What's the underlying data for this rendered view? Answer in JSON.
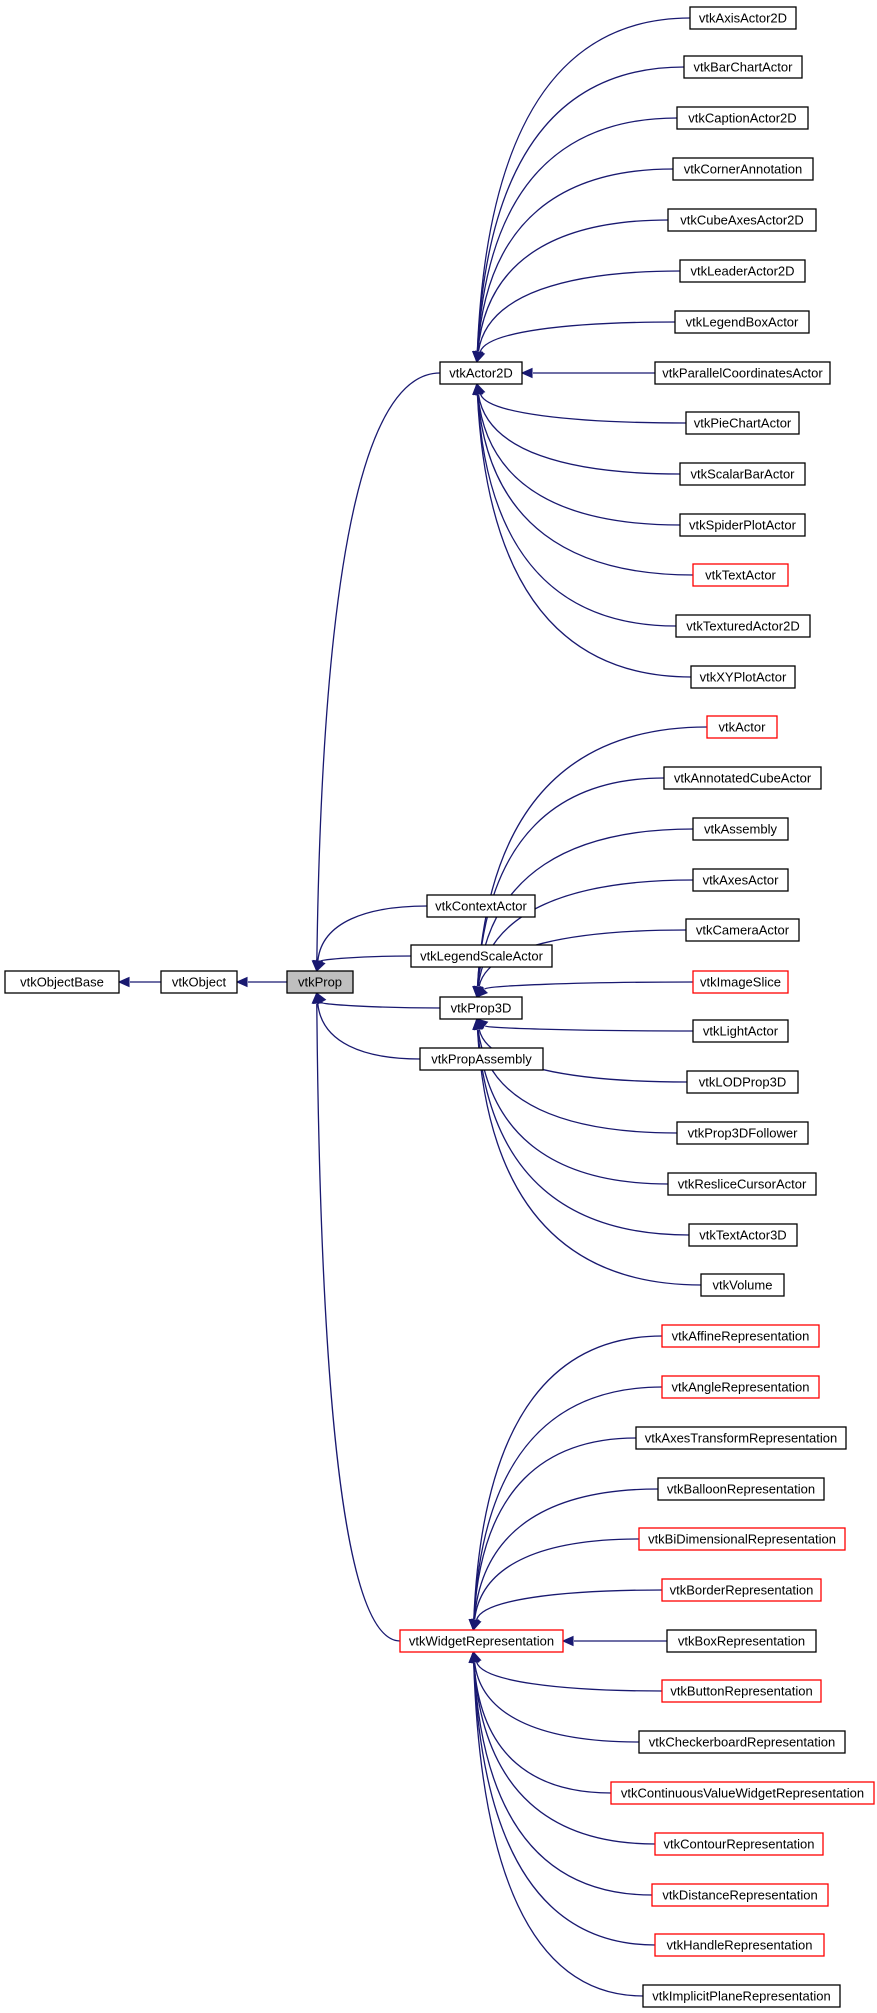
{
  "colors": {
    "edge": "#191970",
    "border_normal": "#000000",
    "border_red": "#ff0000",
    "focus_fill": "#bfbfbf",
    "background": "#ffffff"
  },
  "nodes": {
    "vtkObjectBase": {
      "label": "vtkObjectBase",
      "style": "normal"
    },
    "vtkObject": {
      "label": "vtkObject",
      "style": "normal"
    },
    "vtkProp": {
      "label": "vtkProp",
      "style": "focus"
    },
    "vtkActor2D": {
      "label": "vtkActor2D",
      "style": "normal"
    },
    "vtkContextActor": {
      "label": "vtkContextActor",
      "style": "normal"
    },
    "vtkLegendScaleActor": {
      "label": "vtkLegendScaleActor",
      "style": "normal"
    },
    "vtkProp3D": {
      "label": "vtkProp3D",
      "style": "normal"
    },
    "vtkPropAssembly": {
      "label": "vtkPropAssembly",
      "style": "normal"
    },
    "vtkWidgetRepresentation": {
      "label": "vtkWidgetRepresentation",
      "style": "red"
    },
    "vtkAxisActor2D": {
      "label": "vtkAxisActor2D",
      "style": "normal"
    },
    "vtkBarChartActor": {
      "label": "vtkBarChartActor",
      "style": "normal"
    },
    "vtkCaptionActor2D": {
      "label": "vtkCaptionActor2D",
      "style": "normal"
    },
    "vtkCornerAnnotation": {
      "label": "vtkCornerAnnotation",
      "style": "normal"
    },
    "vtkCubeAxesActor2D": {
      "label": "vtkCubeAxesActor2D",
      "style": "normal"
    },
    "vtkLeaderActor2D": {
      "label": "vtkLeaderActor2D",
      "style": "normal"
    },
    "vtkLegendBoxActor": {
      "label": "vtkLegendBoxActor",
      "style": "normal"
    },
    "vtkParallelCoordinatesActor": {
      "label": "vtkParallelCoordinatesActor",
      "style": "normal"
    },
    "vtkPieChartActor": {
      "label": "vtkPieChartActor",
      "style": "normal"
    },
    "vtkScalarBarActor": {
      "label": "vtkScalarBarActor",
      "style": "normal"
    },
    "vtkSpiderPlotActor": {
      "label": "vtkSpiderPlotActor",
      "style": "normal"
    },
    "vtkTextActor": {
      "label": "vtkTextActor",
      "style": "red"
    },
    "vtkTexturedActor2D": {
      "label": "vtkTexturedActor2D",
      "style": "normal"
    },
    "vtkXYPlotActor": {
      "label": "vtkXYPlotActor",
      "style": "normal"
    },
    "vtkActor": {
      "label": "vtkActor",
      "style": "red"
    },
    "vtkAnnotatedCubeActor": {
      "label": "vtkAnnotatedCubeActor",
      "style": "normal"
    },
    "vtkAssembly": {
      "label": "vtkAssembly",
      "style": "normal"
    },
    "vtkAxesActor": {
      "label": "vtkAxesActor",
      "style": "normal"
    },
    "vtkCameraActor": {
      "label": "vtkCameraActor",
      "style": "normal"
    },
    "vtkImageSlice": {
      "label": "vtkImageSlice",
      "style": "red"
    },
    "vtkLightActor": {
      "label": "vtkLightActor",
      "style": "normal"
    },
    "vtkLODProp3D": {
      "label": "vtkLODProp3D",
      "style": "normal"
    },
    "vtkProp3DFollower": {
      "label": "vtkProp3DFollower",
      "style": "normal"
    },
    "vtkResliceCursorActor": {
      "label": "vtkResliceCursorActor",
      "style": "normal"
    },
    "vtkTextActor3D": {
      "label": "vtkTextActor3D",
      "style": "normal"
    },
    "vtkVolume": {
      "label": "vtkVolume",
      "style": "normal"
    },
    "vtkAffineRepresentation": {
      "label": "vtkAffineRepresentation",
      "style": "red"
    },
    "vtkAngleRepresentation": {
      "label": "vtkAngleRepresentation",
      "style": "red"
    },
    "vtkAxesTransformRepresentation": {
      "label": "vtkAxesTransformRepresentation",
      "style": "normal"
    },
    "vtkBalloonRepresentation": {
      "label": "vtkBalloonRepresentation",
      "style": "normal"
    },
    "vtkBiDimensionalRepresentation": {
      "label": "vtkBiDimensionalRepresentation",
      "style": "red"
    },
    "vtkBorderRepresentation": {
      "label": "vtkBorderRepresentation",
      "style": "red"
    },
    "vtkBoxRepresentation": {
      "label": "vtkBoxRepresentation",
      "style": "normal"
    },
    "vtkButtonRepresentation": {
      "label": "vtkButtonRepresentation",
      "style": "red"
    },
    "vtkCheckerboardRepresentation": {
      "label": "vtkCheckerboardRepresentation",
      "style": "normal"
    },
    "vtkContinuousValueWidgetRepresentation": {
      "label": "vtkContinuousValueWidgetRepresentation",
      "style": "red"
    },
    "vtkContourRepresentation": {
      "label": "vtkContourRepresentation",
      "style": "red"
    },
    "vtkDistanceRepresentation": {
      "label": "vtkDistanceRepresentation",
      "style": "red"
    },
    "vtkHandleRepresentation": {
      "label": "vtkHandleRepresentation",
      "style": "red"
    },
    "vtkImplicitPlaneRepresentation": {
      "label": "vtkImplicitPlaneRepresentation",
      "style": "normal"
    }
  },
  "edges": [
    {
      "child": "vtkObject",
      "parent": "vtkObjectBase"
    },
    {
      "child": "vtkProp",
      "parent": "vtkObject"
    },
    {
      "child": "vtkActor2D",
      "parent": "vtkProp"
    },
    {
      "child": "vtkContextActor",
      "parent": "vtkProp"
    },
    {
      "child": "vtkLegendScaleActor",
      "parent": "vtkProp"
    },
    {
      "child": "vtkProp3D",
      "parent": "vtkProp"
    },
    {
      "child": "vtkPropAssembly",
      "parent": "vtkProp"
    },
    {
      "child": "vtkWidgetRepresentation",
      "parent": "vtkProp"
    },
    {
      "child": "vtkAxisActor2D",
      "parent": "vtkActor2D"
    },
    {
      "child": "vtkBarChartActor",
      "parent": "vtkActor2D"
    },
    {
      "child": "vtkCaptionActor2D",
      "parent": "vtkActor2D"
    },
    {
      "child": "vtkCornerAnnotation",
      "parent": "vtkActor2D"
    },
    {
      "child": "vtkCubeAxesActor2D",
      "parent": "vtkActor2D"
    },
    {
      "child": "vtkLeaderActor2D",
      "parent": "vtkActor2D"
    },
    {
      "child": "vtkLegendBoxActor",
      "parent": "vtkActor2D"
    },
    {
      "child": "vtkParallelCoordinatesActor",
      "parent": "vtkActor2D"
    },
    {
      "child": "vtkPieChartActor",
      "parent": "vtkActor2D"
    },
    {
      "child": "vtkScalarBarActor",
      "parent": "vtkActor2D"
    },
    {
      "child": "vtkSpiderPlotActor",
      "parent": "vtkActor2D"
    },
    {
      "child": "vtkTextActor",
      "parent": "vtkActor2D"
    },
    {
      "child": "vtkTexturedActor2D",
      "parent": "vtkActor2D"
    },
    {
      "child": "vtkXYPlotActor",
      "parent": "vtkActor2D"
    },
    {
      "child": "vtkActor",
      "parent": "vtkProp3D"
    },
    {
      "child": "vtkAnnotatedCubeActor",
      "parent": "vtkProp3D"
    },
    {
      "child": "vtkAssembly",
      "parent": "vtkProp3D"
    },
    {
      "child": "vtkAxesActor",
      "parent": "vtkProp3D"
    },
    {
      "child": "vtkCameraActor",
      "parent": "vtkProp3D"
    },
    {
      "child": "vtkImageSlice",
      "parent": "vtkProp3D"
    },
    {
      "child": "vtkLightActor",
      "parent": "vtkProp3D"
    },
    {
      "child": "vtkLODProp3D",
      "parent": "vtkProp3D"
    },
    {
      "child": "vtkProp3DFollower",
      "parent": "vtkProp3D"
    },
    {
      "child": "vtkResliceCursorActor",
      "parent": "vtkProp3D"
    },
    {
      "child": "vtkTextActor3D",
      "parent": "vtkProp3D"
    },
    {
      "child": "vtkVolume",
      "parent": "vtkProp3D"
    },
    {
      "child": "vtkAffineRepresentation",
      "parent": "vtkWidgetRepresentation"
    },
    {
      "child": "vtkAngleRepresentation",
      "parent": "vtkWidgetRepresentation"
    },
    {
      "child": "vtkAxesTransformRepresentation",
      "parent": "vtkWidgetRepresentation"
    },
    {
      "child": "vtkBalloonRepresentation",
      "parent": "vtkWidgetRepresentation"
    },
    {
      "child": "vtkBiDimensionalRepresentation",
      "parent": "vtkWidgetRepresentation"
    },
    {
      "child": "vtkBorderRepresentation",
      "parent": "vtkWidgetRepresentation"
    },
    {
      "child": "vtkBoxRepresentation",
      "parent": "vtkWidgetRepresentation"
    },
    {
      "child": "vtkButtonRepresentation",
      "parent": "vtkWidgetRepresentation"
    },
    {
      "child": "vtkCheckerboardRepresentation",
      "parent": "vtkWidgetRepresentation"
    },
    {
      "child": "vtkContinuousValueWidgetRepresentation",
      "parent": "vtkWidgetRepresentation"
    },
    {
      "child": "vtkContourRepresentation",
      "parent": "vtkWidgetRepresentation"
    },
    {
      "child": "vtkDistanceRepresentation",
      "parent": "vtkWidgetRepresentation"
    },
    {
      "child": "vtkHandleRepresentation",
      "parent": "vtkWidgetRepresentation"
    },
    {
      "child": "vtkImplicitPlaneRepresentation",
      "parent": "vtkWidgetRepresentation"
    }
  ]
}
